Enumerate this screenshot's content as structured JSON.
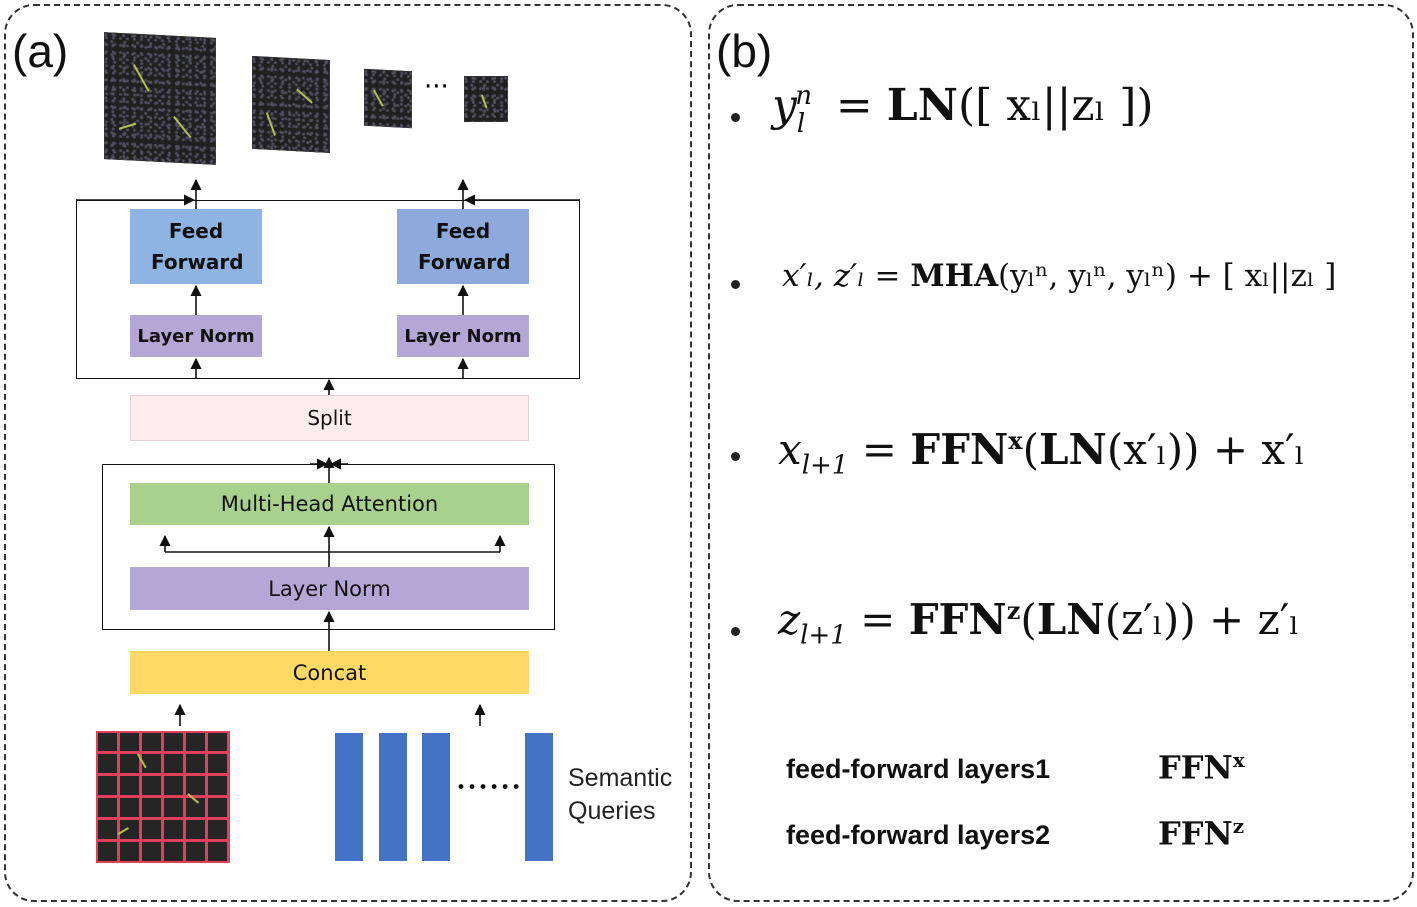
{
  "panel_a": {
    "label": "(a)",
    "ellipsis": "···",
    "ffn_left": {
      "title": "Feed Forward",
      "norm": "Layer Norm"
    },
    "ffn_right": {
      "title": "Feed Forward",
      "norm": "Layer Norm"
    },
    "split": "Split",
    "attention": "Multi-Head Attention",
    "layer_norm": "Layer Norm",
    "concat": "Concat",
    "queries_dots": "••••••",
    "queries_label_line1": "Semantic",
    "queries_label_line2": "Queries",
    "colors": {
      "feed_forward": "#8eb4e3",
      "feed_forward_right": "#8ea9db",
      "layer_norm": "#b4a7d6",
      "split": "#fcecec",
      "attention": "#a9d18e",
      "concat": "#ffd966",
      "grid_border": "#e0405a",
      "query": "#4472c4"
    }
  },
  "panel_b": {
    "label": "(b)",
    "eq1": {
      "lhs": "y",
      "lhs_sub": "l",
      "lhs_sup": "n",
      "op": " = ",
      "fn": "LN",
      "args": "([ xₗ||zₗ ])"
    },
    "eq2": {
      "lhs": "x′ₗ, z′ₗ",
      "op": " = ",
      "fn": "MHA",
      "args": "(yₗⁿ, yₗⁿ, yₗⁿ) + [ xₗ||zₗ ]"
    },
    "eq3": {
      "lhs": "x",
      "lhs_sub": "l+1",
      "op": " = ",
      "fn": "FFN",
      "fn_sup": "x",
      "args": "(",
      "inner_fn": "LN",
      "inner_args": "(x′ₗ)) + x′ₗ"
    },
    "eq4": {
      "lhs": "z",
      "lhs_sub": "l+1",
      "op": " = ",
      "fn": "FFN",
      "fn_sup": "z",
      "args": "(",
      "inner_fn": "LN",
      "inner_args": "(z′ₗ)) + z′ₗ"
    },
    "legend": [
      {
        "text": "feed-forward layers1",
        "symbol": "FFN",
        "symbol_sup": "x"
      },
      {
        "text": "feed-forward layers2",
        "symbol": "FFN",
        "symbol_sup": "z"
      }
    ]
  }
}
